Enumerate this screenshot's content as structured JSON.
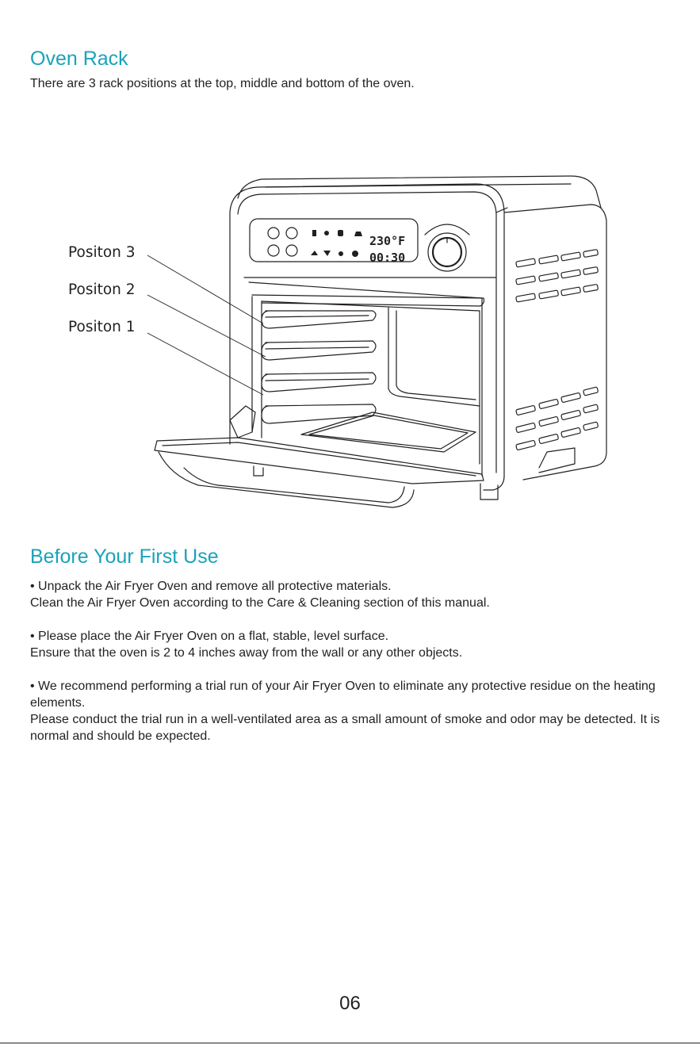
{
  "section_oven_rack": {
    "title": "Oven Rack",
    "intro": "There are 3 rack positions at the top, middle and bottom of the oven.",
    "positions": [
      "Positon 3",
      "Positon 2",
      "Positon 1"
    ]
  },
  "illustration": {
    "display_temp": "230°F",
    "display_time": "00:30"
  },
  "section_first_use": {
    "title": "Before Your First Use",
    "p1_line1": "• Unpack the Air Fryer Oven and remove all protective materials.",
    "p1_line2": "Clean the Air Fryer Oven according to the Care & Cleaning section of this manual.",
    "p2_line1": "• Please place the Air Fryer Oven on a flat, stable, level surface.",
    "p2_line2": "Ensure that the oven is 2 to 4 inches away from the wall or any other objects.",
    "p3_line1": "• We recommend performing a trial run of your Air Fryer Oven to eliminate any protective residue on the heating elements.",
    "p3_line2": "Please conduct the trial run in a well-ventilated area as a small amount of smoke and odor may be detected. It is normal and should be expected."
  },
  "page_number": "06"
}
